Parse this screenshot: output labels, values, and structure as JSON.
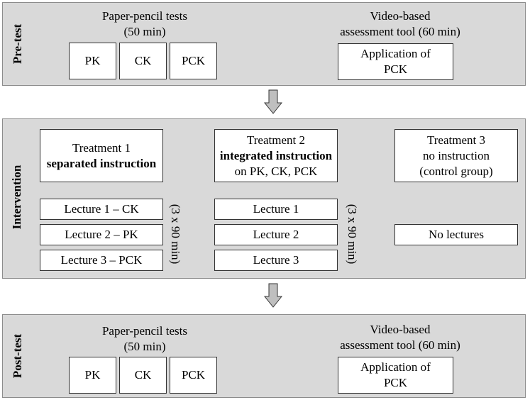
{
  "pretest": {
    "label": "Pre-test",
    "paper_caption_1": "Paper-pencil tests",
    "paper_caption_2": "(50 min)",
    "video_caption_1": "Video-based",
    "video_caption_2": "assessment tool (60 min)",
    "boxes": [
      "PK",
      "CK",
      "PCK"
    ],
    "app_1": "Application of",
    "app_2": "PCK"
  },
  "intervention": {
    "label": "Intervention",
    "t1_line1": "Treatment 1",
    "t1_line2": "separated instruction",
    "t2_line1": "Treatment 2",
    "t2_line2": "integrated instruction",
    "t2_line3": "on PK, CK, PCK",
    "t3_line1": "Treatment 3",
    "t3_line2": "no instruction",
    "t3_line3": "(control group)",
    "t1_lectures": [
      "Lecture 1 – CK",
      "Lecture 2 – PK",
      "Lecture 3 – PCK"
    ],
    "t2_lectures": [
      "Lecture 1",
      "Lecture 2",
      "Lecture 3"
    ],
    "t3_lectures": "No lectures",
    "duration": "(3 x 90 min)"
  },
  "posttest": {
    "label": "Post-test",
    "paper_caption_1": "Paper-pencil tests",
    "paper_caption_2": "(50 min)",
    "video_caption_1": "Video-based",
    "video_caption_2": "assessment tool (60 min)",
    "boxes": [
      "PK",
      "CK",
      "PCK"
    ],
    "app_1": "Application of",
    "app_2": "PCK"
  },
  "colors": {
    "panel": "#d9d9d9",
    "arrow": "#bfbfbf"
  }
}
